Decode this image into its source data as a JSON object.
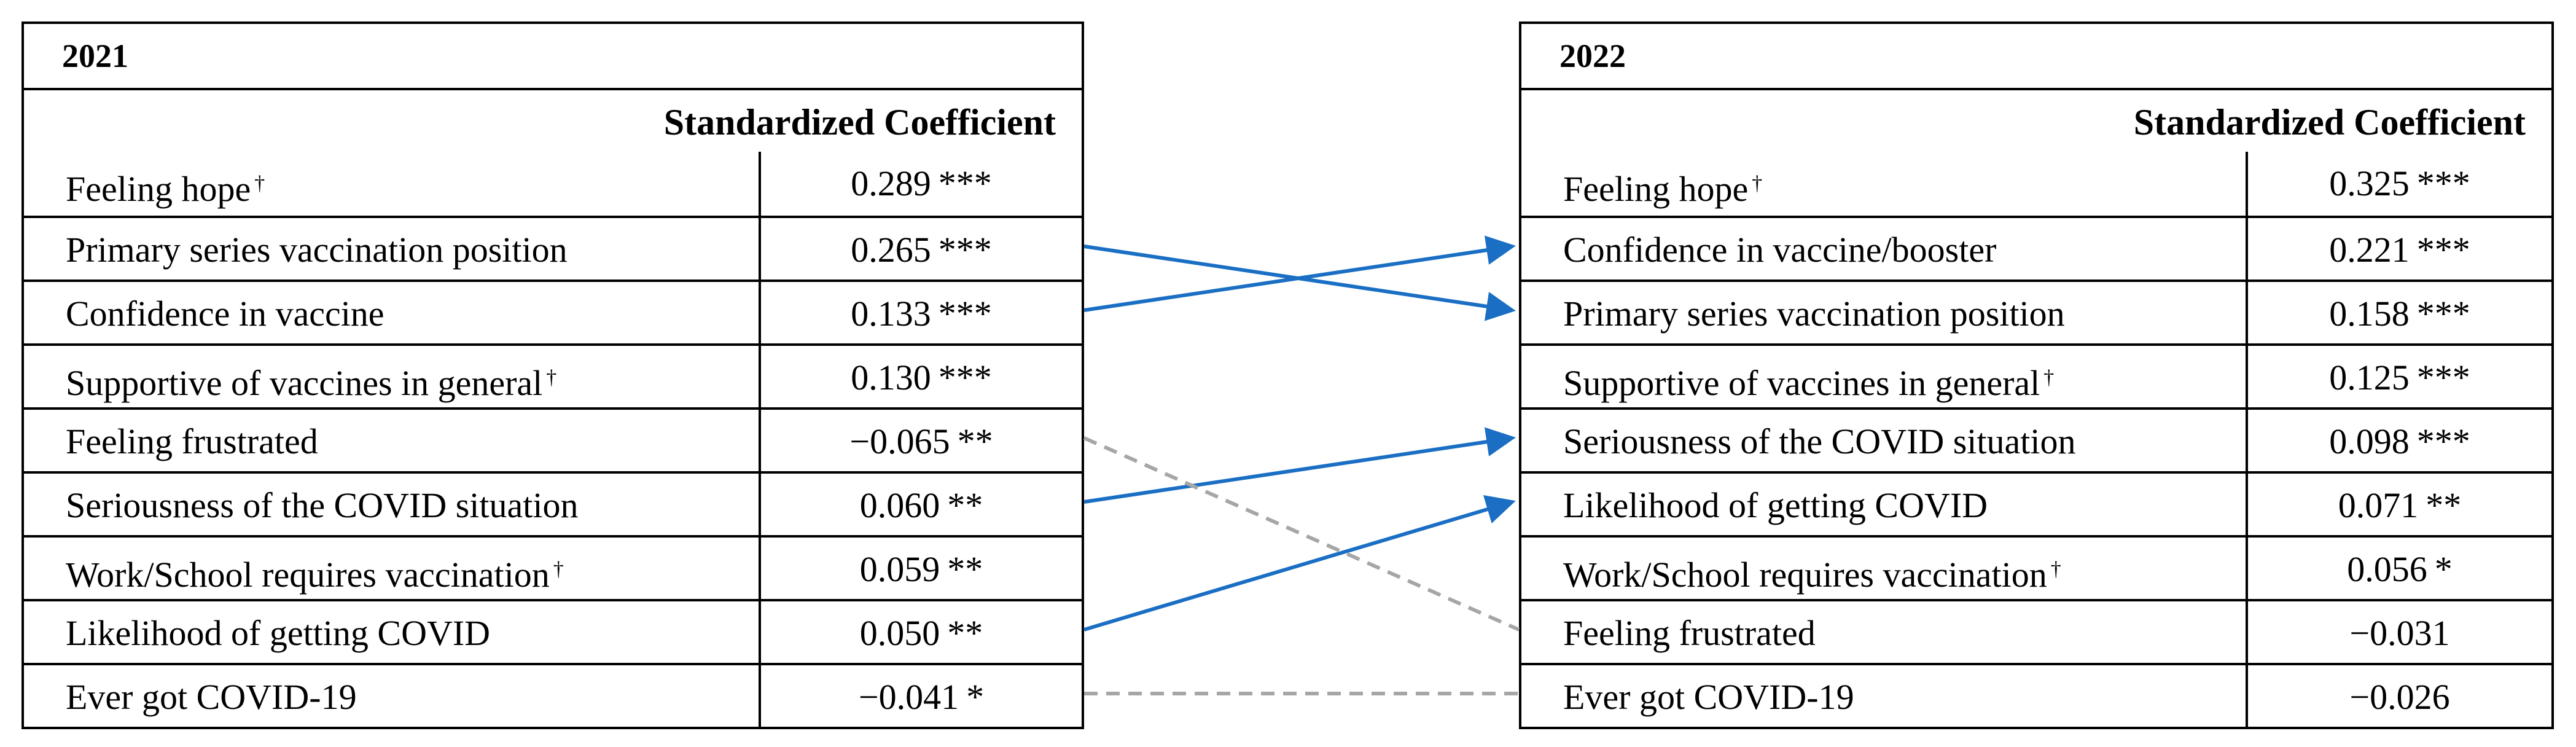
{
  "left_table": {
    "year": "2021",
    "column_header": "Standardized Coefficient",
    "rows": [
      {
        "label": "Feeling hope",
        "dagger": "†",
        "value": "0.289",
        "sig": "***"
      },
      {
        "label": "Primary series vaccination position",
        "dagger": "",
        "value": "0.265",
        "sig": "***"
      },
      {
        "label": "Confidence in vaccine",
        "dagger": "",
        "value": "0.133",
        "sig": "***"
      },
      {
        "label": "Supportive of vaccines in general",
        "dagger": "†",
        "value": "0.130",
        "sig": "***"
      },
      {
        "label": "Feeling frustrated",
        "dagger": "",
        "value": "−0.065",
        "sig": "**"
      },
      {
        "label": "Seriousness of the COVID situation",
        "dagger": "",
        "value": "0.060",
        "sig": "**"
      },
      {
        "label": "Work/School requires vaccination",
        "dagger": "†",
        "value": "0.059",
        "sig": "**"
      },
      {
        "label": "Likelihood of getting COVID",
        "dagger": "",
        "value": "0.050",
        "sig": "**"
      },
      {
        "label": "Ever got COVID-19",
        "dagger": "",
        "value": "−0.041",
        "sig": "*"
      }
    ]
  },
  "right_table": {
    "year": "2022",
    "column_header": "Standardized Coefficient",
    "rows": [
      {
        "label": "Feeling hope",
        "dagger": "†",
        "value": "0.325",
        "sig": "***"
      },
      {
        "label": "Confidence in vaccine/booster",
        "dagger": "",
        "value": "0.221",
        "sig": "***"
      },
      {
        "label": "Primary series vaccination position",
        "dagger": "",
        "value": "0.158",
        "sig": "***"
      },
      {
        "label": "Supportive of vaccines in general",
        "dagger": "†",
        "value": "0.125",
        "sig": "***"
      },
      {
        "label": "Seriousness of the COVID situation",
        "dagger": "",
        "value": "0.098",
        "sig": "***"
      },
      {
        "label": "Likelihood of getting COVID",
        "dagger": "",
        "value": "0.071",
        "sig": "**"
      },
      {
        "label": "Work/School requires vaccination",
        "dagger": "†",
        "value": "0.056",
        "sig": "*"
      },
      {
        "label": "Feeling frustrated",
        "dagger": "",
        "value": "−0.031",
        "sig": ""
      },
      {
        "label": "Ever got COVID-19",
        "dagger": "",
        "value": "−0.026",
        "sig": ""
      }
    ]
  },
  "connectors": [
    {
      "from_row": 1,
      "to_row": 2,
      "style": "arrow"
    },
    {
      "from_row": 2,
      "to_row": 1,
      "style": "arrow"
    },
    {
      "from_row": 5,
      "to_row": 4,
      "style": "arrow"
    },
    {
      "from_row": 7,
      "to_row": 5,
      "style": "arrow"
    },
    {
      "from_row": 4,
      "to_row": 7,
      "style": "dashed"
    },
    {
      "from_row": 8,
      "to_row": 8,
      "style": "dashed"
    }
  ],
  "colors": {
    "arrow": "#1a6fc4",
    "dashed": "#a6a6a6",
    "border": "#000000"
  }
}
